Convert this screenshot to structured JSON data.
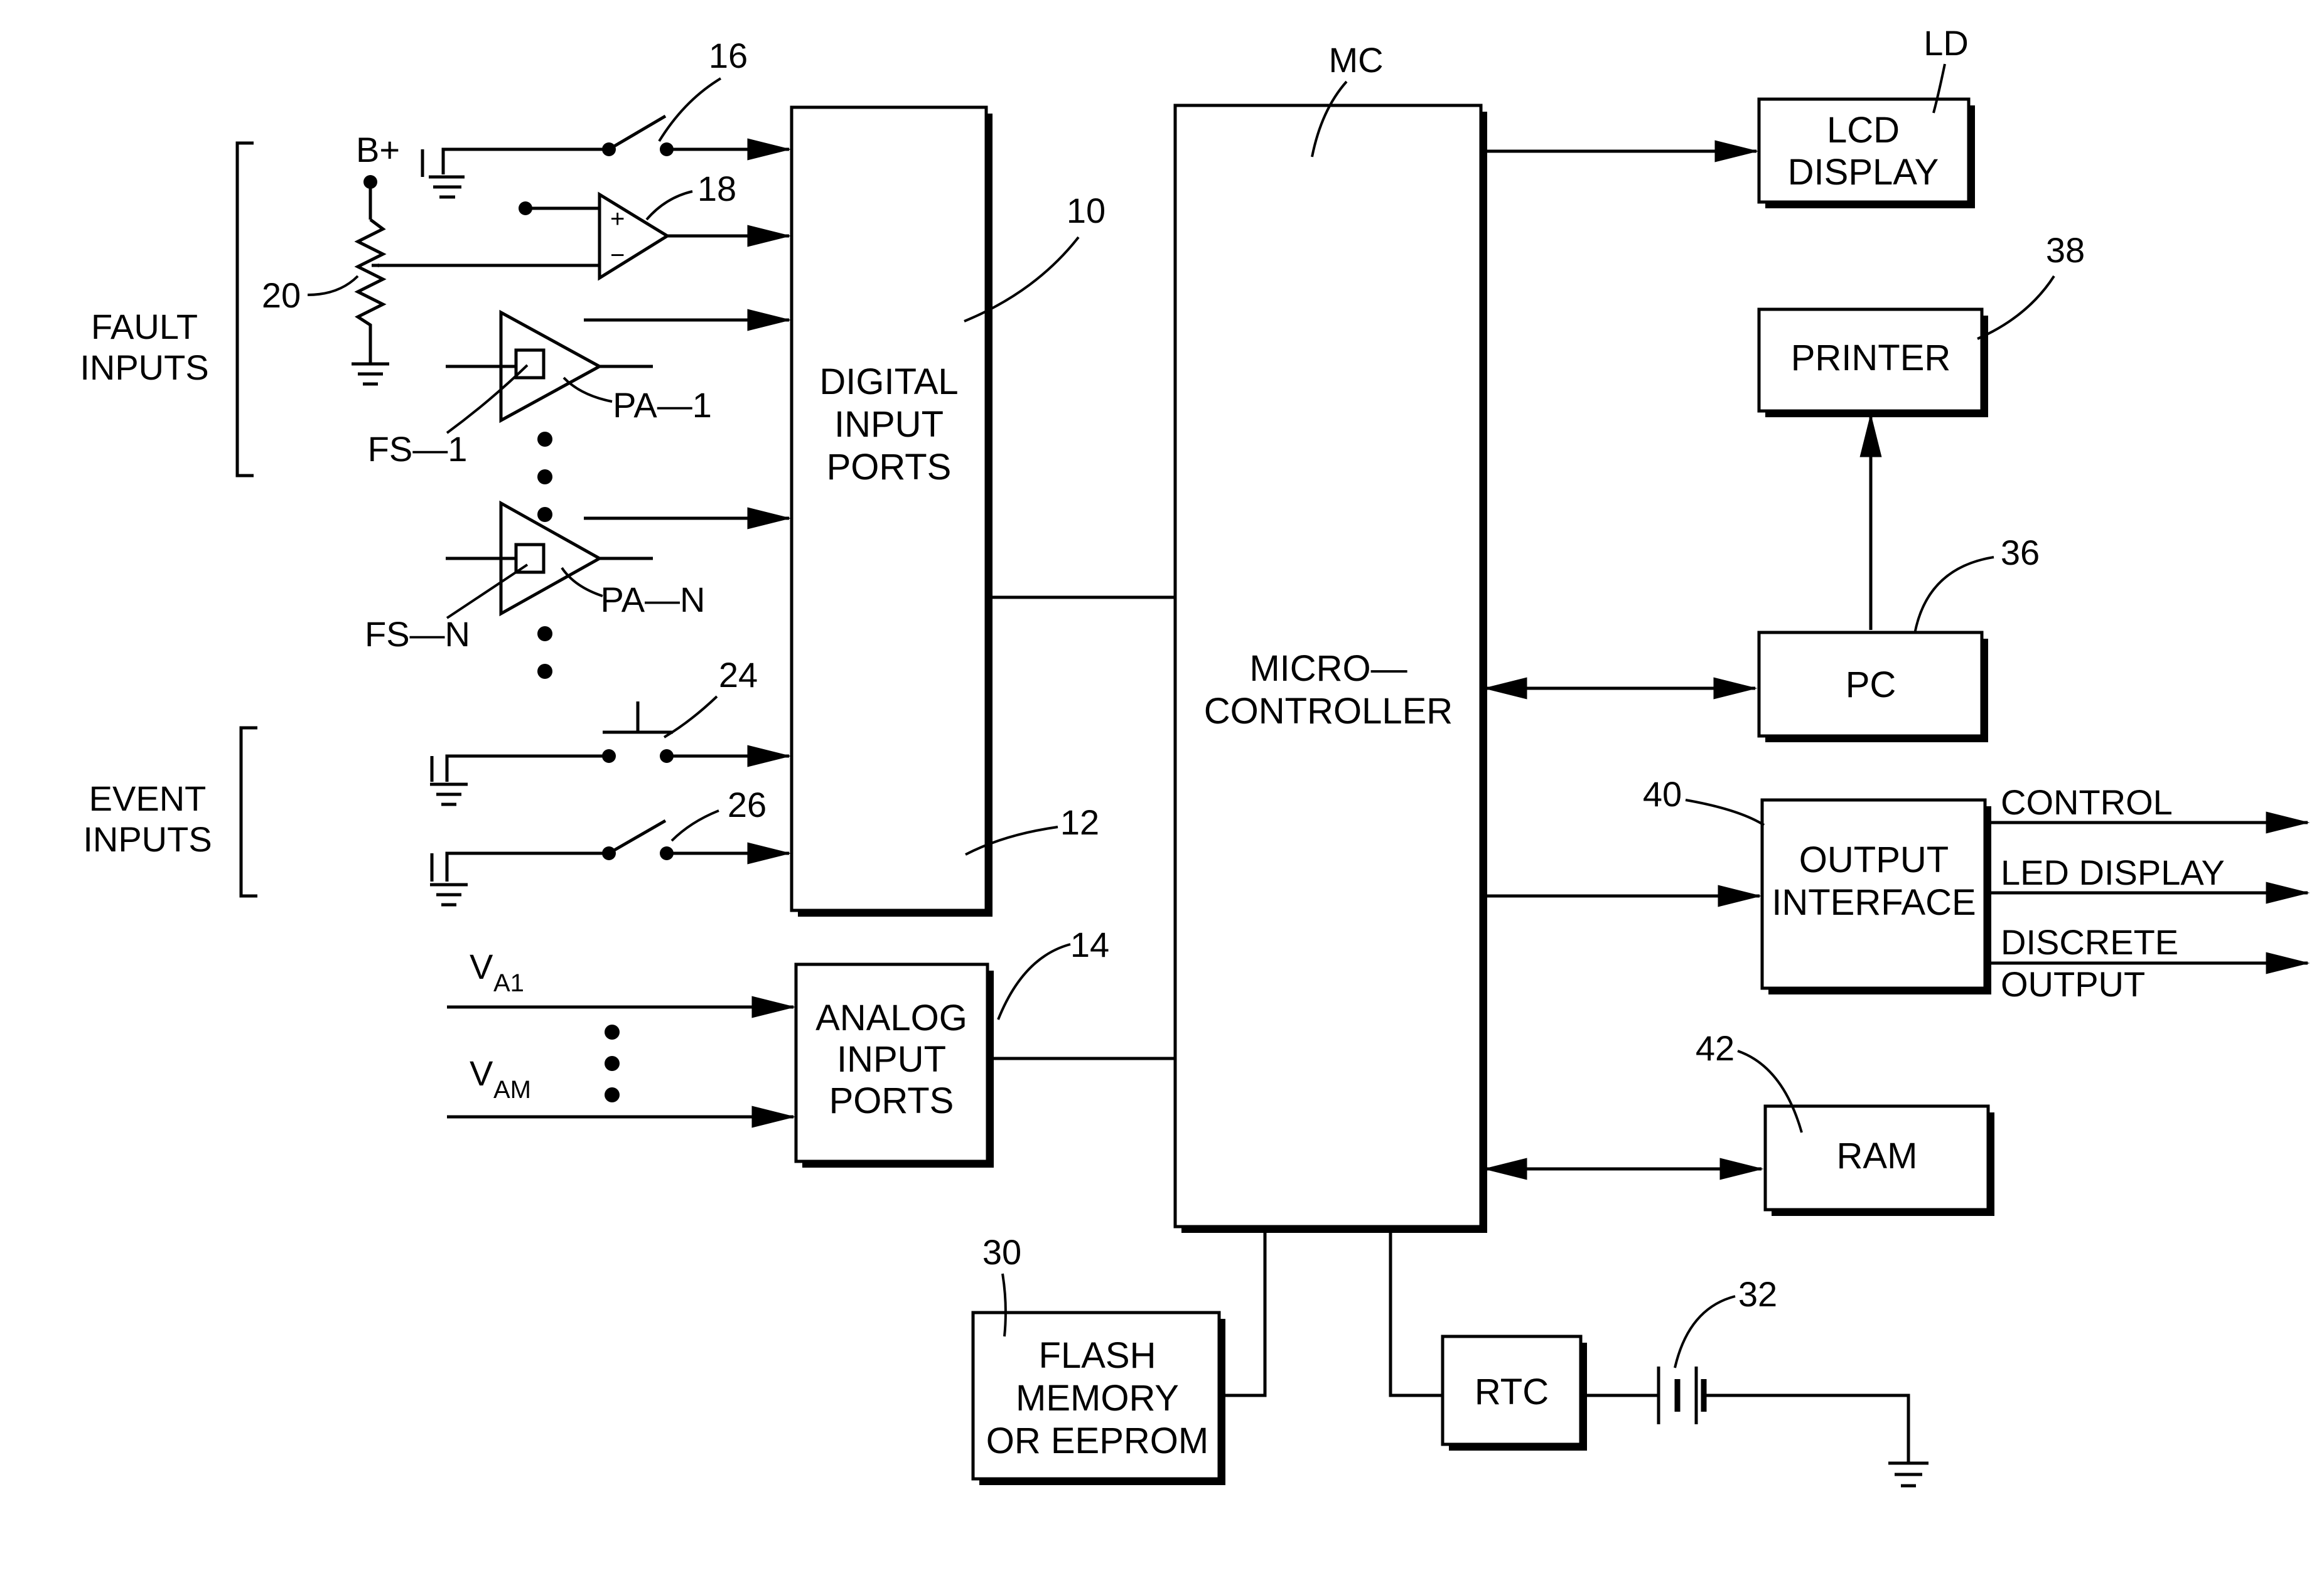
{
  "blocks": {
    "lcd_display": [
      "LCD",
      "DISPLAY"
    ],
    "printer": [
      "PRINTER"
    ],
    "pc": [
      "PC"
    ],
    "output_interface": [
      "OUTPUT",
      "INTERFACE"
    ],
    "ram": [
      "RAM"
    ],
    "digital_input_ports": [
      "DIGITAL",
      "INPUT",
      "PORTS"
    ],
    "analog_input_ports": [
      "ANALOG",
      "INPUT",
      "PORTS"
    ],
    "microcontroller": [
      "MICRO—",
      "CONTROLLER"
    ],
    "flash_memory": [
      "FLASH",
      "MEMORY",
      "OR  EEPROM"
    ],
    "rtc": [
      "RTC"
    ]
  },
  "refs": {
    "mc": "MC",
    "ld": "LD",
    "r10": "10",
    "r12": "12",
    "r14": "14",
    "r16": "16",
    "r18": "18",
    "r20": "20",
    "r24": "24",
    "r26": "26",
    "r30": "30",
    "r32": "32",
    "r36": "36",
    "r38": "38",
    "r40": "40",
    "r42": "42"
  },
  "labels": {
    "fault_inputs": [
      "FAULT",
      "INPUTS"
    ],
    "event_inputs": [
      "EVENT",
      "INPUTS"
    ],
    "b_plus": "B+",
    "fs1": "FS—1",
    "pa1": "PA—1",
    "fsn": "FS—N",
    "pan": "PA—N",
    "va1_main": "V",
    "va1_sub": "A1",
    "vam_main": "V",
    "vam_sub": "AM",
    "plus": "+",
    "minus": "−"
  },
  "outputs": {
    "control": "CONTROL",
    "led_display": "LED  DISPLAY",
    "discrete": [
      "DISCRETE",
      "OUTPUT"
    ]
  }
}
